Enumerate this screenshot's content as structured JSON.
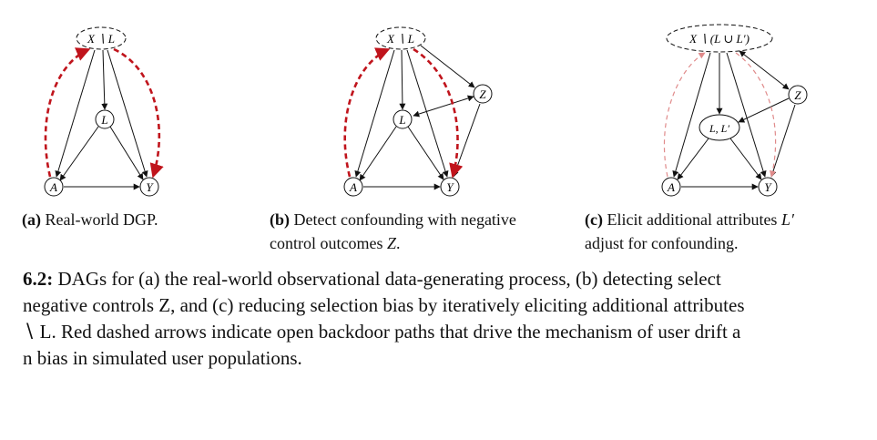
{
  "panels": [
    {
      "nodes": {
        "X": "X ∖ L",
        "L": "L",
        "A": "A",
        "Y": "Y"
      },
      "subcaption": {
        "tag": "(a)",
        "lines": [
          "Real-world DGP."
        ]
      }
    },
    {
      "nodes": {
        "X": "X ∖ L",
        "L": "L",
        "A": "A",
        "Y": "Y",
        "Z": "Z"
      },
      "subcaption": {
        "tag": "(b)",
        "lines": [
          "Detect confounding with negative",
          "control outcomes "
        ],
        "math": "Z",
        "tail": "."
      }
    },
    {
      "nodes": {
        "X": "X ∖ (L ∪ L′)",
        "L": "L, L′",
        "A": "A",
        "Y": "Y",
        "Z": "Z"
      },
      "subcaption": {
        "tag": "(c)",
        "lines": [
          "Elicit additional attributes ",
          "adjust for confounding."
        ],
        "math": "L′"
      }
    }
  ],
  "caption": {
    "label": "6.2:",
    "lines": [
      " DAGs for (a) the real-world observational data-generating process, (b) detecting select",
      " negative controls Z, and (c) reducing selection bias by iteratively eliciting additional attributes",
      "∖ L. Red dashed arrows indicate open backdoor paths that drive the mechanism of user drift a",
      "n bias in simulated user populations."
    ]
  },
  "colors": {
    "backdoor": "#c0141c",
    "backdoor_light": "#e59a9a",
    "edge": "#111111"
  }
}
